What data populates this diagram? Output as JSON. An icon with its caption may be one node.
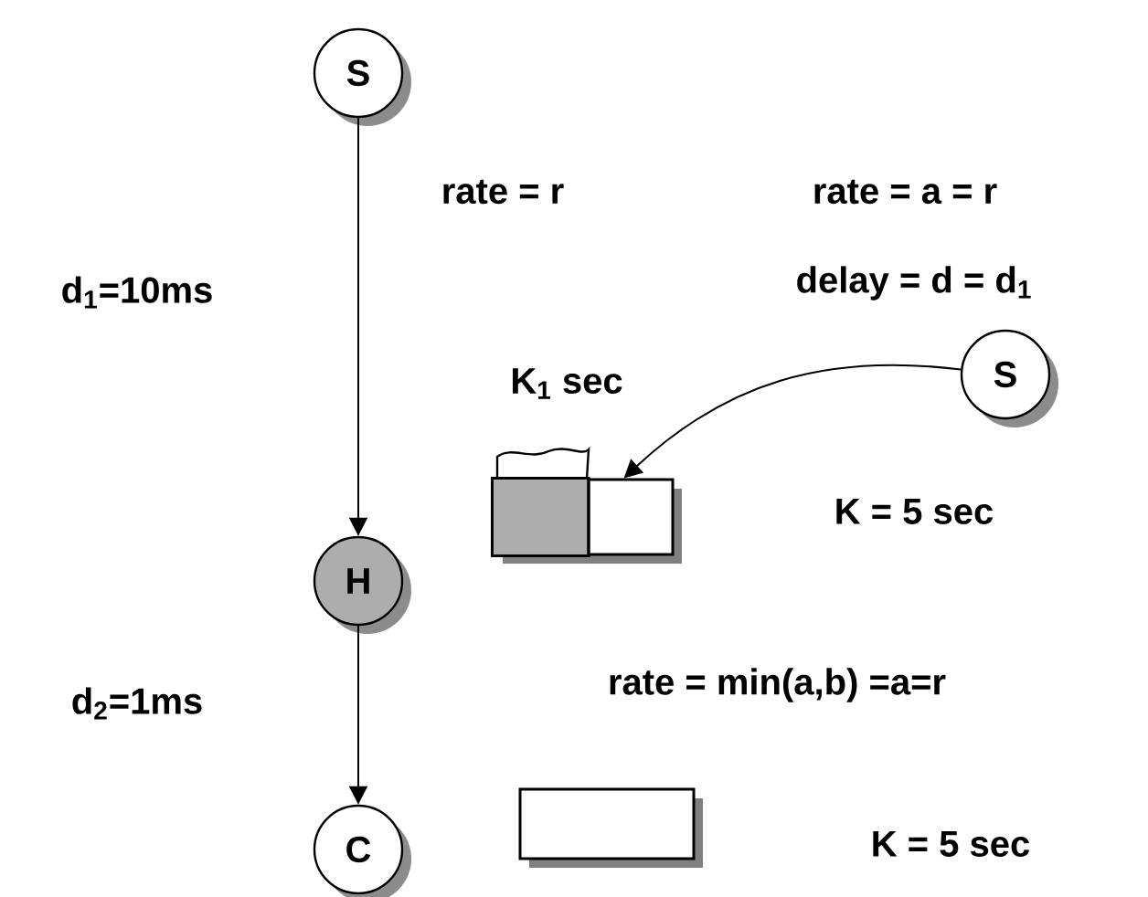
{
  "diagram": {
    "nodes": [
      {
        "text": [
          "S"
        ]
      },
      {
        "text": [
          "H"
        ]
      },
      {
        "text": [
          "C"
        ]
      },
      {
        "text": [
          "S"
        ]
      },
      {
        "text": [],
        "shape": "box",
        "beside": [
          "K$_{1}$ sec"
        ]
      },
      {
        "text": [],
        "shape": "box"
      }
    ],
    "edges": [
      {
        "from": 0,
        "to": 1,
        "arrow": "to"
      },
      {
        "from": 1,
        "to": 2,
        "arrow": "to"
      },
      {
        "from": 3,
        "to": 4,
        "arrow": "to"
      }
    ],
    "labels": [
      "rate = r",
      "rate = a = r",
      "d$_{1}$=10ms",
      "delay = d = d$_{1}$",
      "K = 5 sec",
      "d$_{2}$=1ms",
      "rate = min(a,b) =a=r",
      "K = 5 sec"
    ]
  }
}
